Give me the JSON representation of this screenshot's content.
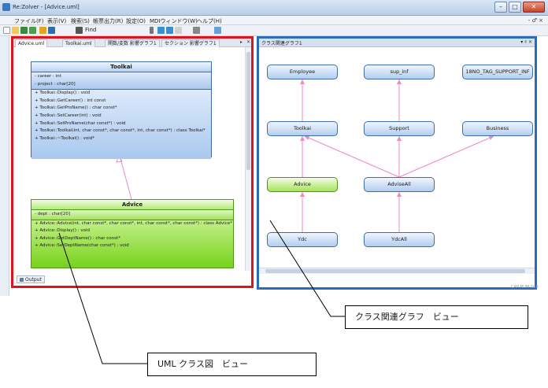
{
  "window": {
    "title": "Re:Zolver - [Advice.uml]"
  },
  "menu": {
    "items": [
      "ファイル(F)",
      "表示(V)",
      "検索(S)",
      "帳票出力(R)",
      "設定(O)",
      "MDIウィンドウ(W)",
      "ヘルプ(H)"
    ],
    "mdi_controls": "- ♂ ×"
  },
  "toolbar": {
    "find_label": "Find"
  },
  "left_pane": {
    "tabs": [
      "Advice.uml",
      "Toolkai.uml",
      "関数/変数 影響グラフ1",
      "セクション 影響グラフ1"
    ],
    "output_label": "Output",
    "classes": [
      {
        "name": "Toolkai",
        "color": "blue",
        "attributes": [
          "- career : int",
          "- project : char[20]"
        ],
        "operations": [
          "+ Toolkai::Display() : void",
          "+ Toolkai::GetCareer() : int const",
          "+ Toolkai::GetProName() : char const*",
          "+ Toolkai::SetCareer(int) : void",
          "+ Toolkai::SetProName(char const*) : void",
          "+ Toolkai::Toolkai(int, char const*, char const*, int, char const*) : class Toolkai*",
          "+ Toolkai::~Toolkai() : void*"
        ]
      },
      {
        "name": "Advice",
        "color": "green",
        "attributes": [
          "- dept : char[20]"
        ],
        "operations": [
          "+ Advice::Advice(int, char const*, char const*, int, char const*, char const*) : class Advice*",
          "+ Advice::Display() : void",
          "+ Advice::GetDeptName() : char const*",
          "+ Advice::SetDeptName(char const*) : void"
        ]
      }
    ]
  },
  "right_pane": {
    "title": "クラス関連グラフ1",
    "header_controls": "▾ ♯ ×",
    "status": "CAP NUM SCR",
    "nodes": [
      {
        "id": "employee",
        "label": "Employee",
        "color": "blue"
      },
      {
        "id": "sup_inf",
        "label": "sup_inf",
        "color": "blue"
      },
      {
        "id": "tag",
        "label": "18NO_TAG_SUPPORT_INF",
        "color": "blue"
      },
      {
        "id": "toolkai",
        "label": "Toolkai",
        "color": "blue"
      },
      {
        "id": "support",
        "label": "Support",
        "color": "blue"
      },
      {
        "id": "business",
        "label": "Business",
        "color": "blue"
      },
      {
        "id": "advice",
        "label": "Advice",
        "color": "green"
      },
      {
        "id": "adviseall",
        "label": "AdviseAll",
        "color": "blue"
      },
      {
        "id": "ydc",
        "label": "Ydc",
        "color": "blue"
      },
      {
        "id": "ydcall",
        "label": "YdcAll",
        "color": "blue"
      }
    ]
  },
  "callouts": {
    "graph_view": "クラス関連グラフ　ビュー",
    "uml_view": "UML クラス図　ビュー"
  },
  "colors": {
    "uml_view_border": "#e0141e",
    "graph_view_border": "#2a6cb8",
    "edge": "#ef86c8"
  }
}
